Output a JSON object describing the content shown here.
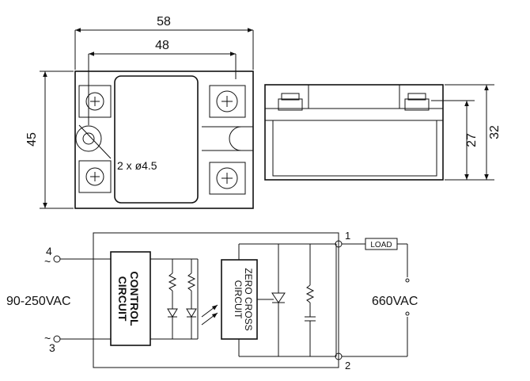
{
  "dimensions": {
    "width_outer": "58",
    "width_inner": "48",
    "height_left": "45",
    "height_side_inner": "27",
    "height_side_outer": "32",
    "hole_note": "2 x ø4.5"
  },
  "circuit": {
    "control_label_line1": "CONTROL",
    "control_label_line2": "CIRCUIT",
    "zero_label_line1": "ZERO CROSS",
    "zero_label_line2": "CIRCUIT",
    "terminal_4": "4",
    "terminal_3": "3",
    "terminal_1": "1",
    "terminal_2": "2",
    "tilde_top": "~",
    "tilde_bottom": "~",
    "input_voltage": "90-250VAC",
    "output_voltage": "660VAC",
    "load_label": "LOAD"
  }
}
